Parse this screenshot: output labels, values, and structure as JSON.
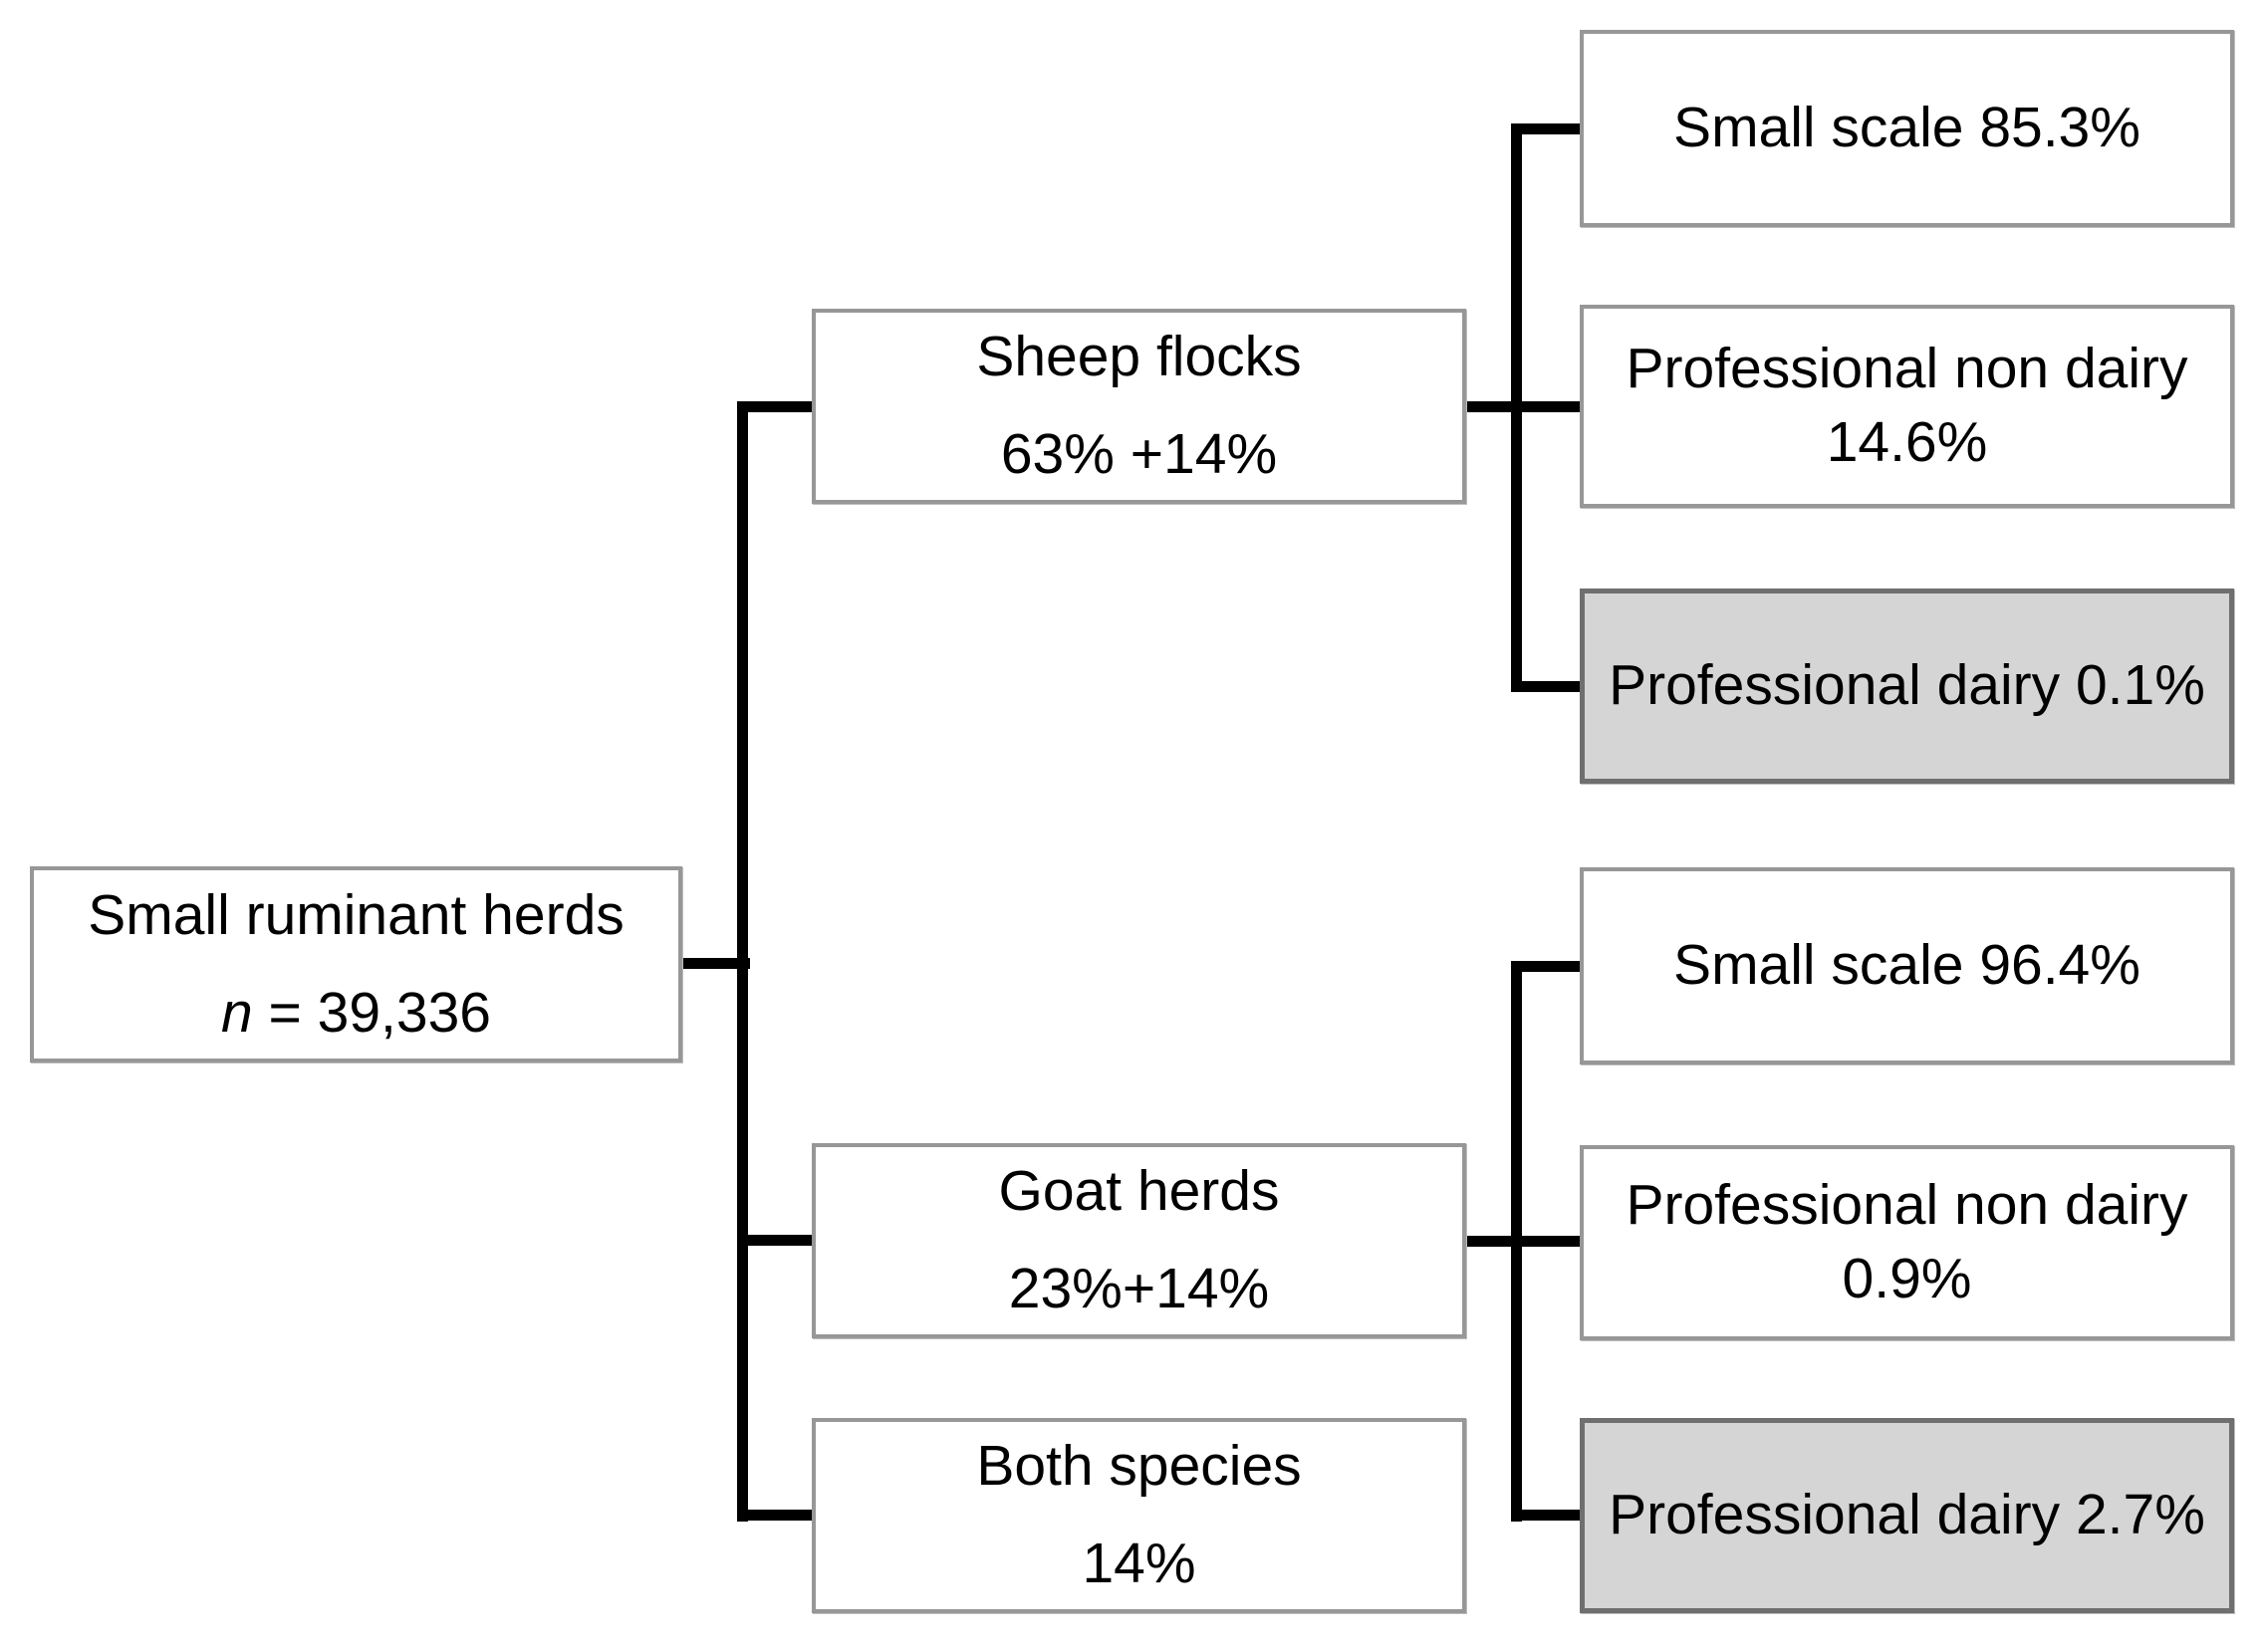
{
  "diagram": {
    "type": "hierarchy-flowchart",
    "root": {
      "line1": "Small ruminant herds",
      "line2_italic": "n",
      "line2_rest": " = 39,336"
    },
    "level1": [
      {
        "id": "sheep-flocks",
        "line1": "Sheep flocks",
        "line2": "63% +14%"
      },
      {
        "id": "goat-herds",
        "line1": "Goat herds",
        "line2": "23%+14%"
      },
      {
        "id": "both-species",
        "line1": "Both species",
        "line2": "14%"
      }
    ],
    "sheep_children": [
      {
        "label": "Small scale 85.3%",
        "shaded": false
      },
      {
        "line1": "Professional non dairy",
        "line2": "14.6%",
        "shaded": false
      },
      {
        "label": "Professional dairy 0.1%",
        "shaded": true
      }
    ],
    "goat_children": [
      {
        "label": "Small scale 96.4%",
        "shaded": false
      },
      {
        "line1": "Professional non dairy",
        "line2": "0.9%",
        "shaded": false
      },
      {
        "label": "Professional dairy 2.7%",
        "shaded": true
      }
    ]
  },
  "colors": {
    "background": "#ffffff",
    "connector_line": "#000000",
    "box_fill": "#ffffff",
    "box_border": "#979797",
    "shaded_box_fill": "#d5d5d5",
    "shaded_box_border": "#6f6f6f",
    "text": "#000000"
  }
}
